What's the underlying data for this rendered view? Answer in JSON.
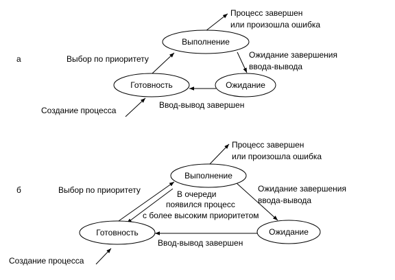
{
  "diagram_a": {
    "panel_label": "а",
    "states": {
      "running": "Выполнение",
      "ready": "Готовность",
      "waiting": "Ожидание"
    },
    "labels": {
      "terminate_line1": "Процесс завершен",
      "terminate_line2": "или произошла ошибка",
      "priority_select": "Выбор по приоритету",
      "io_wait_line1": "Ожидание завершения",
      "io_wait_line2": "ввода-вывода",
      "io_done": "Ввод-вывод завершен",
      "create": "Создание процесса"
    }
  },
  "diagram_b": {
    "panel_label": "б",
    "states": {
      "running": "Выполнение",
      "ready": "Готовность",
      "waiting": "Ожидание"
    },
    "labels": {
      "terminate_line1": "Процесс завершен",
      "terminate_line2": "или произошла ошибка",
      "priority_select": "Выбор по приоритету",
      "preempt_line1": "В очереди",
      "preempt_line2": "появился процесс",
      "preempt_line3": "с более высоким приоритетом",
      "io_wait_line1": "Ожидание завершения",
      "io_wait_line2": "ввода-вывода",
      "io_done": "Ввод-вывод завершен",
      "create": "Создание процесса"
    }
  }
}
